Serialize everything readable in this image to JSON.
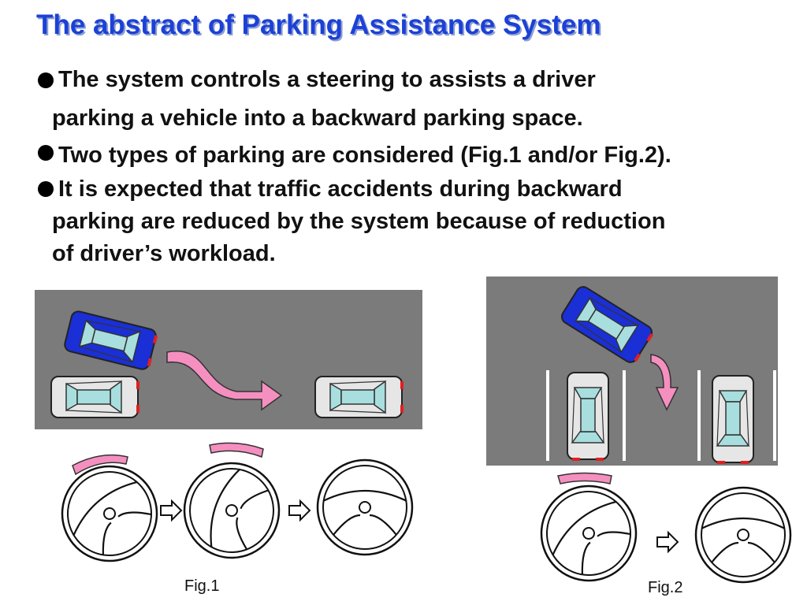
{
  "slide": {
    "title": "The abstract of Parking Assistance System",
    "bullets": [
      {
        "lines": [
          "The system controls a steering to assists a driver",
          "parking a vehicle into a backward parking space."
        ]
      },
      {
        "lines": [
          "Two types of parking are considered (Fig.1 and/or Fig.2)."
        ]
      },
      {
        "lines": [
          "It is expected that traffic accidents during backward",
          "parking are reduced by the system because of reduction",
          "of driver’s workload."
        ]
      }
    ]
  },
  "figures": {
    "fig1": {
      "caption": "Fig.1",
      "scene": "parallel parking"
    },
    "fig2": {
      "caption": "Fig.2",
      "scene": "perpendicular backward parking"
    }
  },
  "colors": {
    "title": "#1c41d6",
    "road": "#7b7b7b",
    "car_active": "#1a2fd6",
    "car_parked": "#e6e6e6",
    "window": "#a8dede",
    "arrow": "#f58fc0",
    "tail_light": "#e02020"
  }
}
